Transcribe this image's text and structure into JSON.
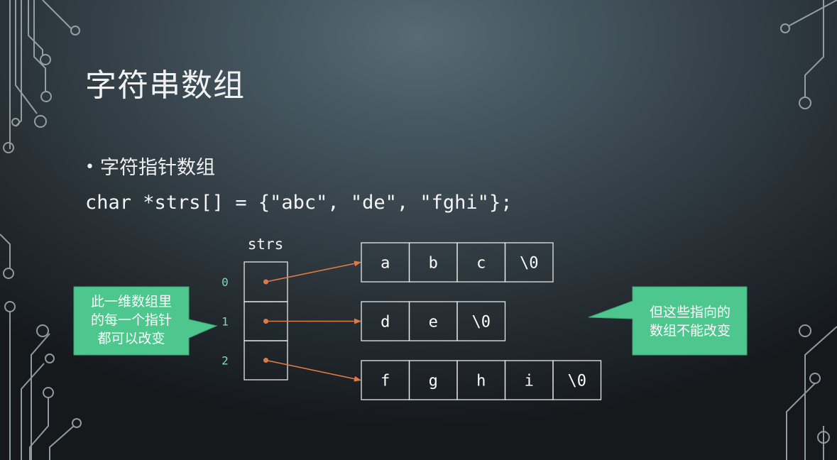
{
  "slide": {
    "title": "字符串数组",
    "bullet": "字符指针数组",
    "code": "char *strs[] = {\"abc\", \"de\", \"fghi\"};"
  },
  "diagram": {
    "array_name": "strs",
    "indices": [
      "0",
      "1",
      "2"
    ],
    "strings": [
      [
        "a",
        "b",
        "c",
        "\\0"
      ],
      [
        "d",
        "e",
        "\\0"
      ],
      [
        "f",
        "g",
        "h",
        "i",
        "\\0"
      ]
    ],
    "callout_left": [
      "此一维数组里",
      "的每一个指针",
      "都可以改变"
    ],
    "callout_right": [
      "但这些指向的",
      "数组不能改变"
    ]
  },
  "colors": {
    "arrow": "#e07b45",
    "callout_fill": "#4dc78e",
    "index_label": "#7fd9b5",
    "box_stroke": "#e8e8e8",
    "decoration": "#a9b4b8"
  }
}
